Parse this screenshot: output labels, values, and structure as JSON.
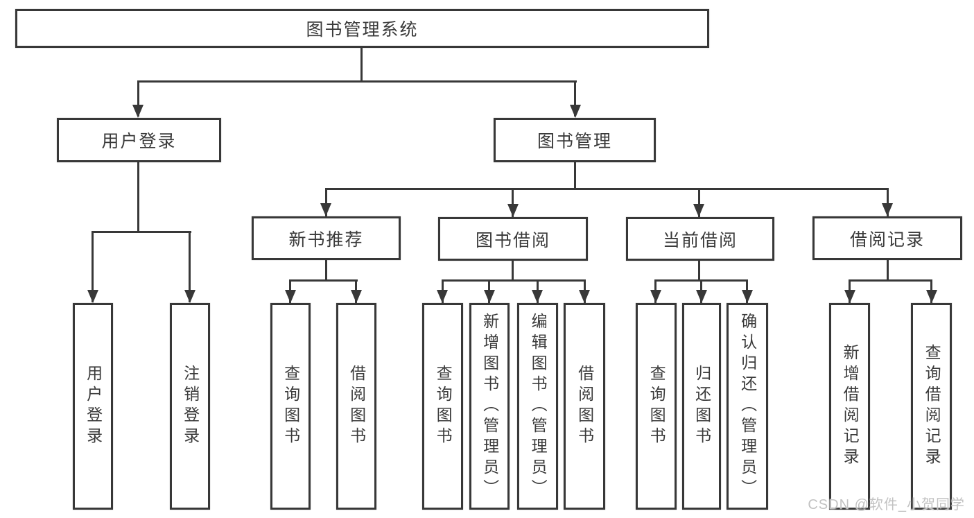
{
  "tree": {
    "label": "图书管理系统",
    "children": [
      {
        "label": "用户登录",
        "children": [
          {
            "label": "用户登录"
          },
          {
            "label": "注销登录"
          }
        ]
      },
      {
        "label": "图书管理",
        "children": [
          {
            "label": "新书推荐",
            "children": [
              {
                "label": "查询图书"
              },
              {
                "label": "借阅图书"
              }
            ]
          },
          {
            "label": "图书借阅",
            "children": [
              {
                "label": "查询图书"
              },
              {
                "label": "新增图书（管理员）"
              },
              {
                "label": "编辑图书（管理员）"
              },
              {
                "label": "借阅图书"
              }
            ]
          },
          {
            "label": "当前借阅",
            "children": [
              {
                "label": "查询图书"
              },
              {
                "label": "归还图书"
              },
              {
                "label": "确认归还（管理员）"
              }
            ]
          },
          {
            "label": "借阅记录",
            "children": [
              {
                "label": "新增借阅记录"
              },
              {
                "label": "查询借阅记录"
              }
            ]
          }
        ]
      }
    ]
  },
  "watermark": {
    "text": "CSDN @软件_小贺同学"
  },
  "colors": {
    "line": "#383838",
    "text": "#3a3a3a",
    "watermark": "#c2c2c2",
    "background": "#ffffff"
  }
}
